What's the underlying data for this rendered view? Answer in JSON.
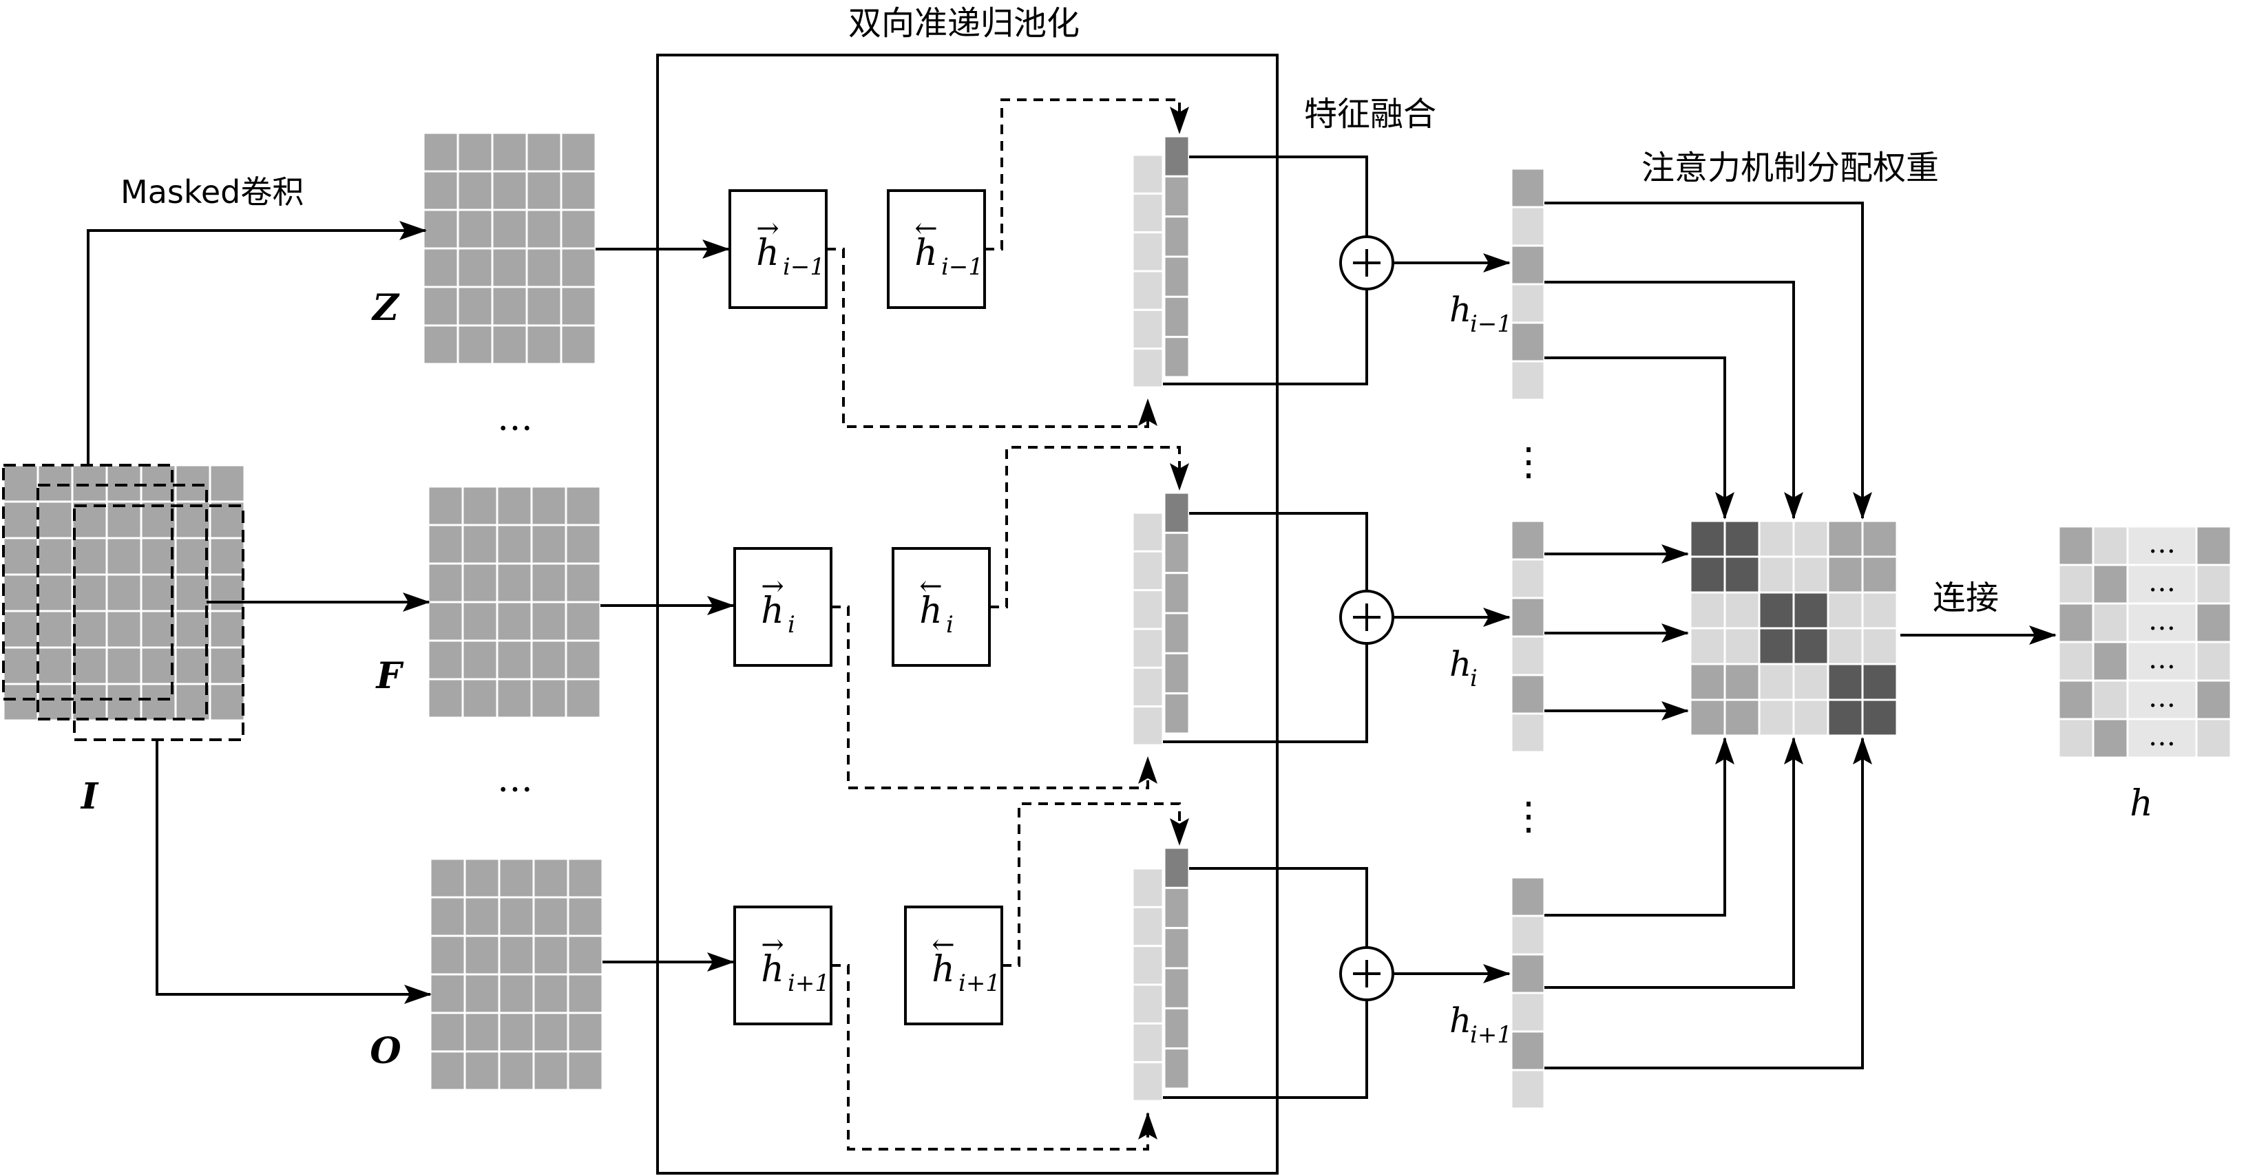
{
  "labels": {
    "masked_conv": "Masked卷积",
    "pooling": "双向准递归池化",
    "fusion": "特征融合",
    "attention": "注意力机制分配权重",
    "concat": "连接",
    "input": "I",
    "gate_z": "Z",
    "gate_f": "F",
    "gate_o": "O",
    "output": "h",
    "ellipsis": "…",
    "vdots": "⋮"
  },
  "rows": [
    {
      "h": "h",
      "sub": "i−1"
    },
    {
      "h": "h",
      "sub": "i"
    },
    {
      "h": "h",
      "sub": "i+1"
    }
  ],
  "icons": {
    "fusion": "plus-icon",
    "forward": "right-arrow-over-h",
    "backward": "left-arrow-over-h"
  },
  "colors": {
    "cell_gray": "#a6a6a6",
    "cell_light": "#d9d9d9",
    "cell_dark": "#595959",
    "cell_lighter": "#e6e6e6"
  }
}
